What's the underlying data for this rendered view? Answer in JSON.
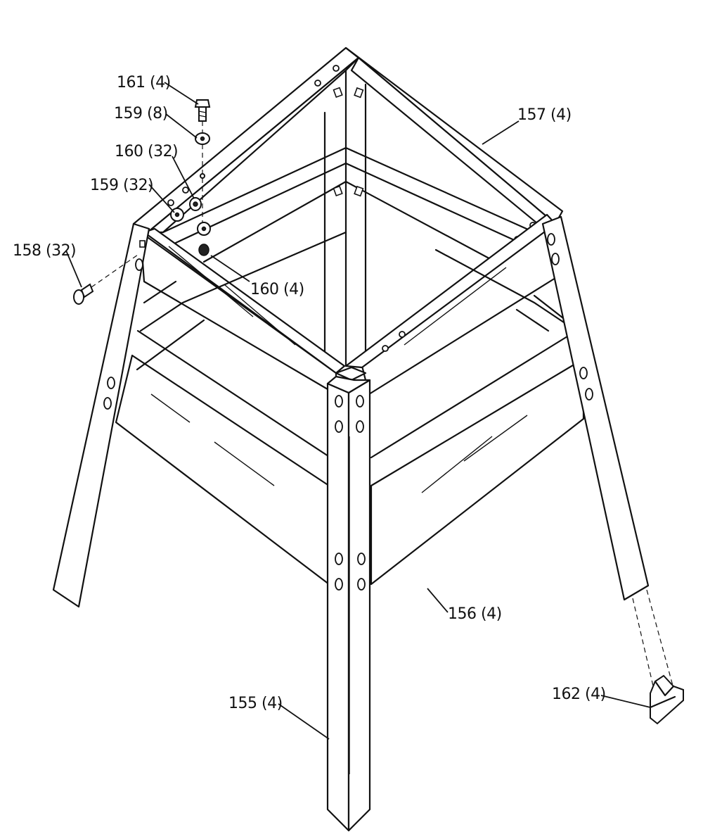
{
  "callouts": {
    "c161": "161 (4)",
    "c159a": "159 (8)",
    "c160a": "160 (32)",
    "c159b": "159 (32)",
    "c158": "158 (32)",
    "c160b": "160 (4)",
    "c157": "157 (4)",
    "c156": "156 (4)",
    "c155": "155 (4)",
    "c162": "162 (4)"
  },
  "parts": [
    {
      "id": "155",
      "name": "leg"
    },
    {
      "id": "156",
      "name": "lower-brace"
    },
    {
      "id": "157",
      "name": "top-rail"
    },
    {
      "id": "158",
      "name": "carriage-bolt"
    },
    {
      "id": "159",
      "name": "washer"
    },
    {
      "id": "160",
      "name": "nut"
    },
    {
      "id": "161",
      "name": "hex-bolt"
    },
    {
      "id": "162",
      "name": "foot"
    }
  ]
}
